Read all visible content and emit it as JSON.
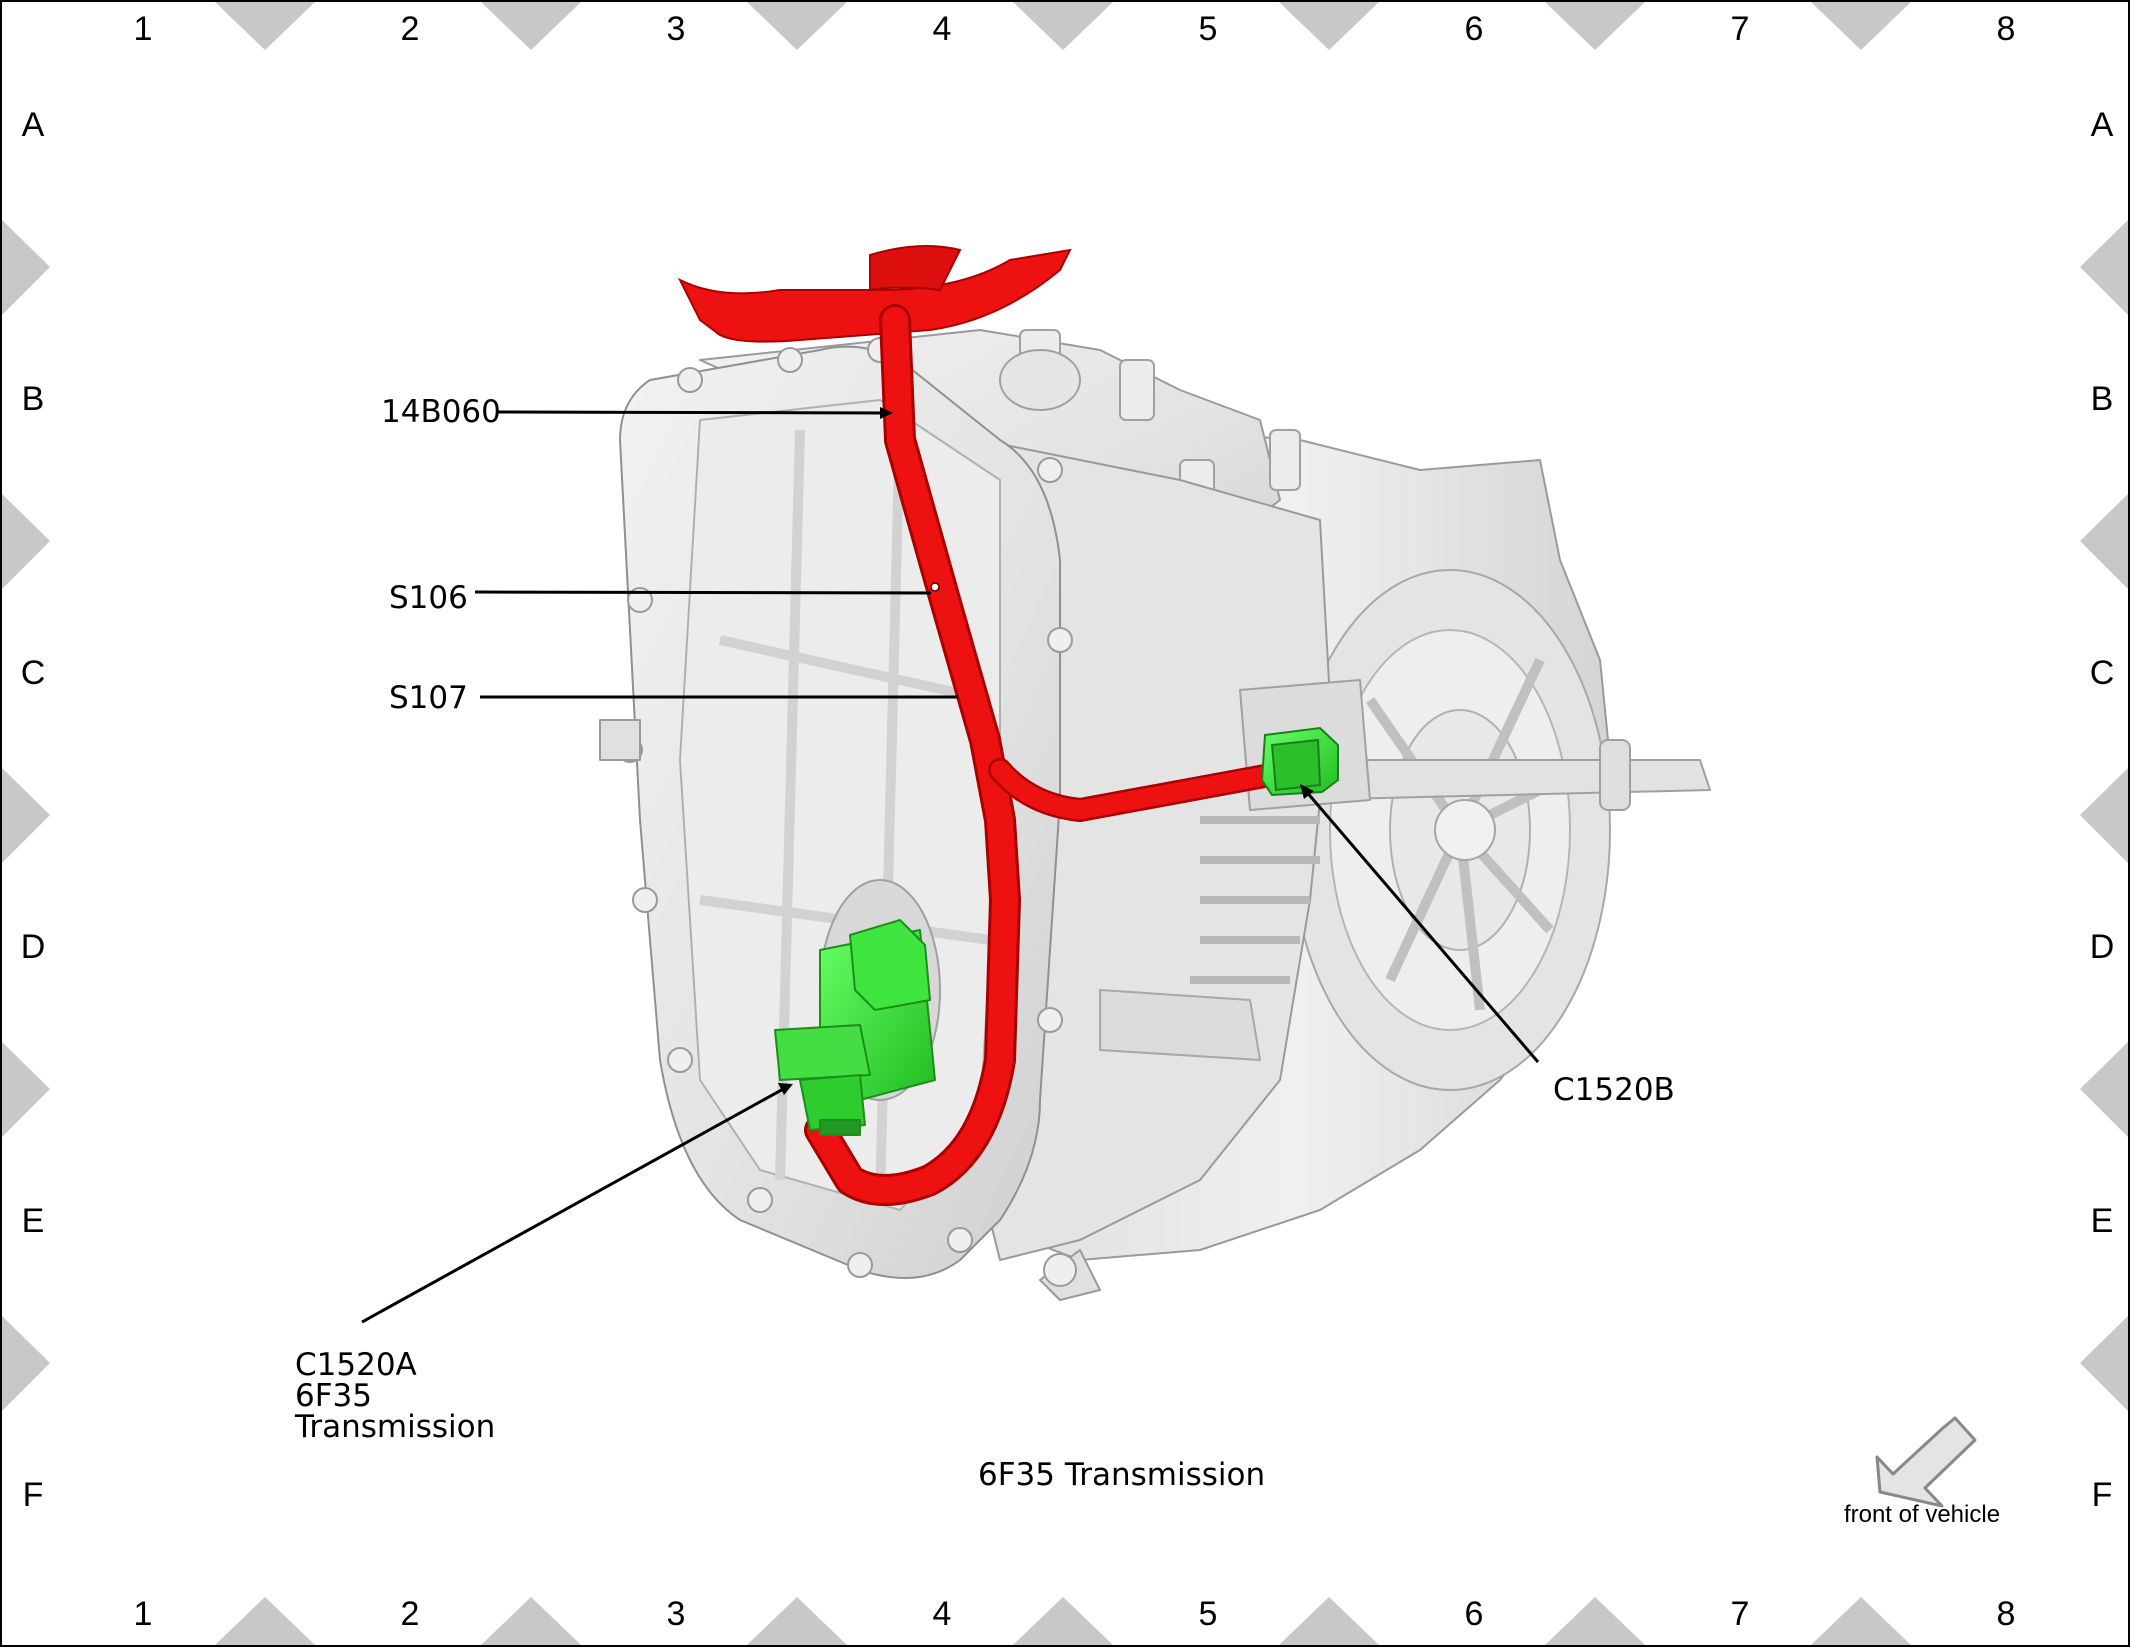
{
  "grid": {
    "columns": [
      "1",
      "2",
      "3",
      "4",
      "5",
      "6",
      "7",
      "8"
    ],
    "rows": [
      "A",
      "B",
      "C",
      "D",
      "E",
      "F"
    ]
  },
  "callouts": {
    "harness": "14B060",
    "splice_1": "S106",
    "splice_2": "S107",
    "connector_b": "C1520B",
    "connector_a_line1": "C1520A",
    "connector_a_line2": "6F35",
    "connector_a_line3": "Transmission"
  },
  "caption": "6F35 Transmission",
  "orientation": {
    "label": "front of vehicle",
    "icon": "arrow-down-left-icon"
  },
  "colors": {
    "harness": "#ee1111",
    "connector": "#33dd33",
    "housing": "#e6e6e6",
    "grid_marker": "#c8c8c8"
  }
}
